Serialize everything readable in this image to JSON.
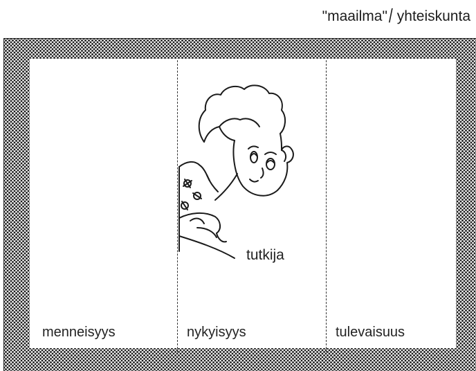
{
  "header": {
    "left": "\"maailma\"",
    "separator": "/",
    "right": "yhteiskunta"
  },
  "sections": [
    {
      "label": "menneisyys"
    },
    {
      "label": "nykyisyys"
    },
    {
      "label": "tulevaisuus"
    }
  ],
  "figure": {
    "label": "tutkija",
    "icon": "researcher-illustration"
  }
}
